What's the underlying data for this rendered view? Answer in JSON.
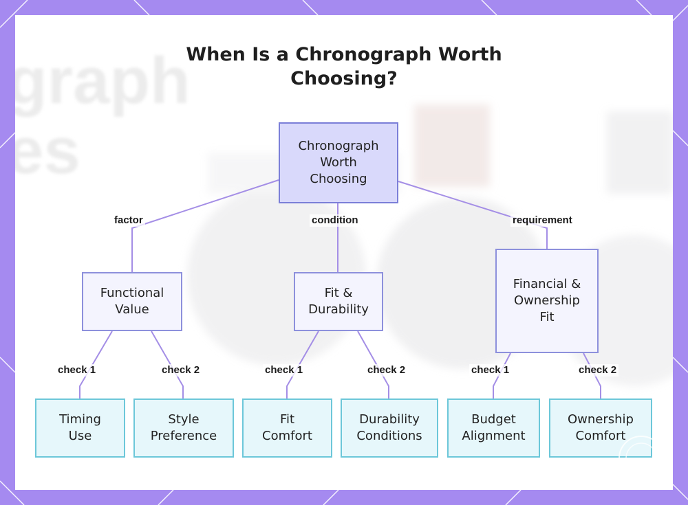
{
  "title": "When Is a Chronograph Worth Choosing?",
  "background_words": [
    "graph",
    "es"
  ],
  "colors": {
    "frame": "#a58af0",
    "edge": "#a48ee6",
    "root_fill": "#d9d9fb",
    "mid_fill": "#f4f4fe",
    "leaf_fill": "#e6f7fb",
    "leaf_border": "#6cc7d9"
  },
  "root": {
    "label": "Chronograph Worth Choosing"
  },
  "branches": [
    {
      "edge_label": "factor",
      "node": {
        "label": "Functional Value"
      },
      "children": [
        {
          "edge_label": "check 1",
          "label": "Timing Use"
        },
        {
          "edge_label": "check 2",
          "label": "Style Preference"
        }
      ]
    },
    {
      "edge_label": "condition",
      "node": {
        "label": "Fit & Durability"
      },
      "children": [
        {
          "edge_label": "check 1",
          "label": "Fit Comfort"
        },
        {
          "edge_label": "check 2",
          "label": "Durability Conditions"
        }
      ]
    },
    {
      "edge_label": "requirement",
      "node": {
        "label": "Financial & Ownership Fit"
      },
      "children": [
        {
          "edge_label": "check 1",
          "label": "Budget Alignment"
        },
        {
          "edge_label": "check 2",
          "label": "Ownership Comfort"
        }
      ]
    }
  ]
}
